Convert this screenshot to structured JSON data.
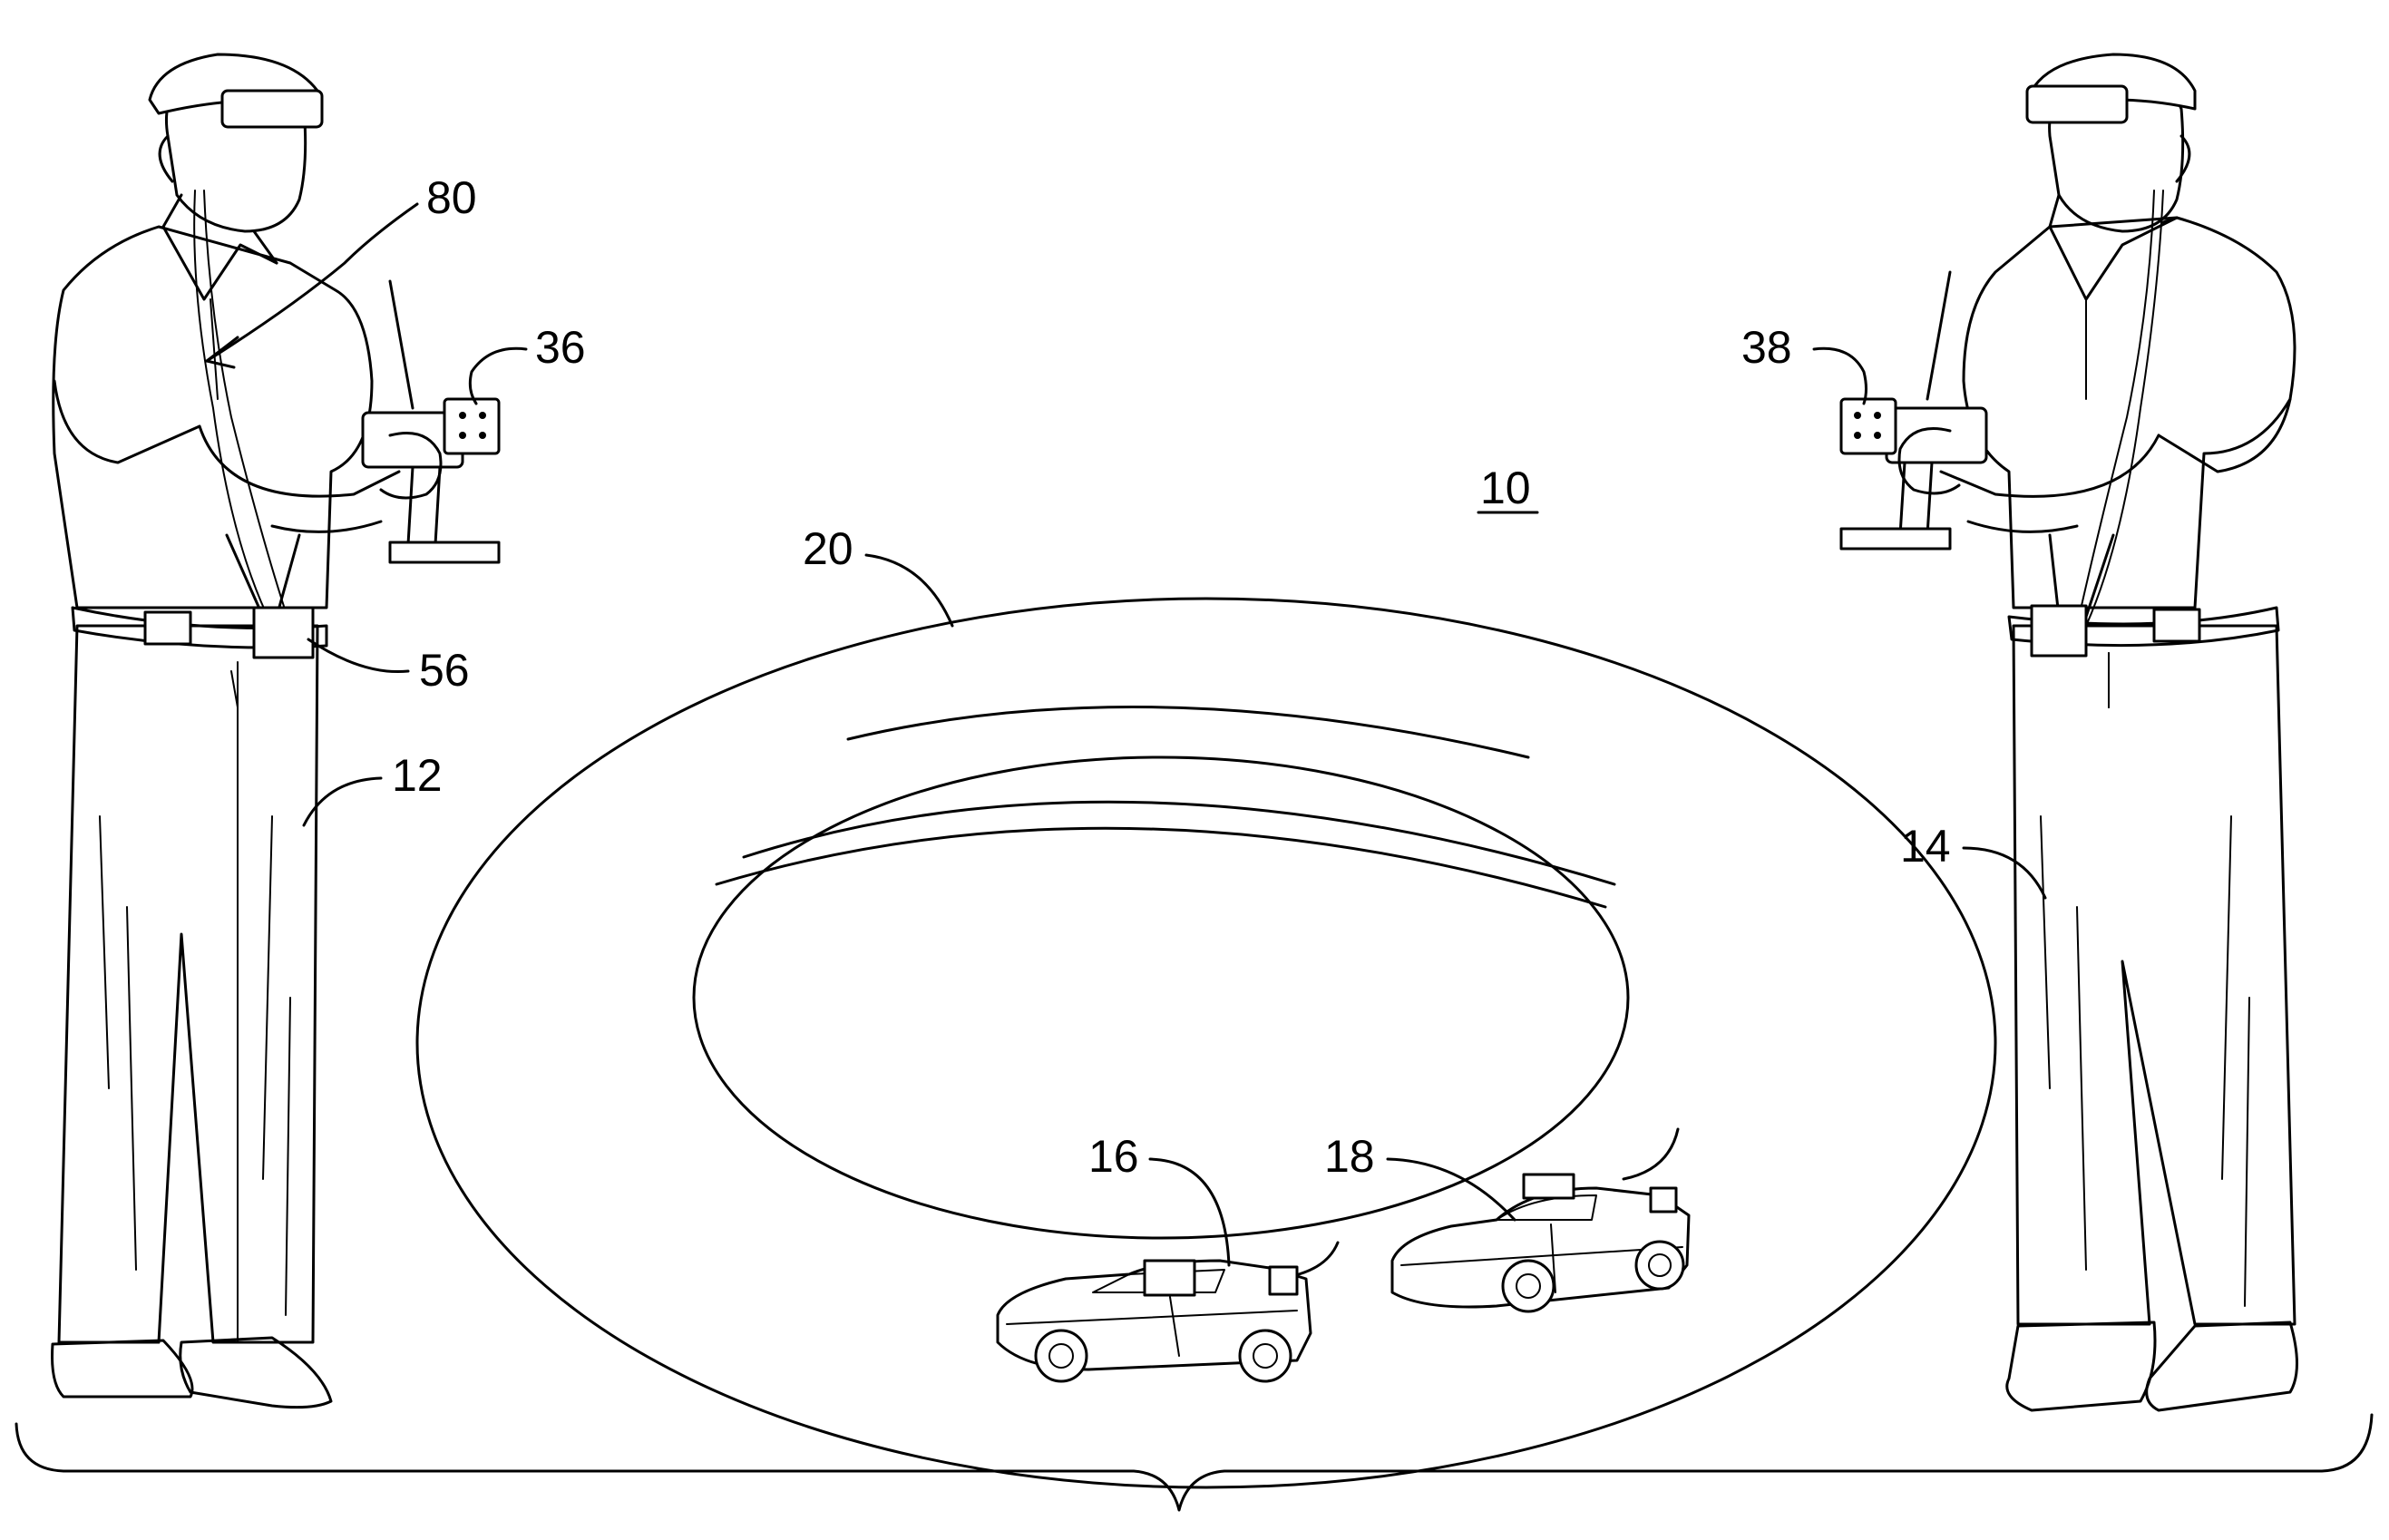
{
  "figure": {
    "labels": {
      "system": "10",
      "operator_left": "12",
      "operator_right": "14",
      "car_left": "16",
      "car_right": "18",
      "track": "20",
      "controller_left": "36",
      "controller_right": "38",
      "belt_unit": "56",
      "headset_cable": "80"
    }
  }
}
